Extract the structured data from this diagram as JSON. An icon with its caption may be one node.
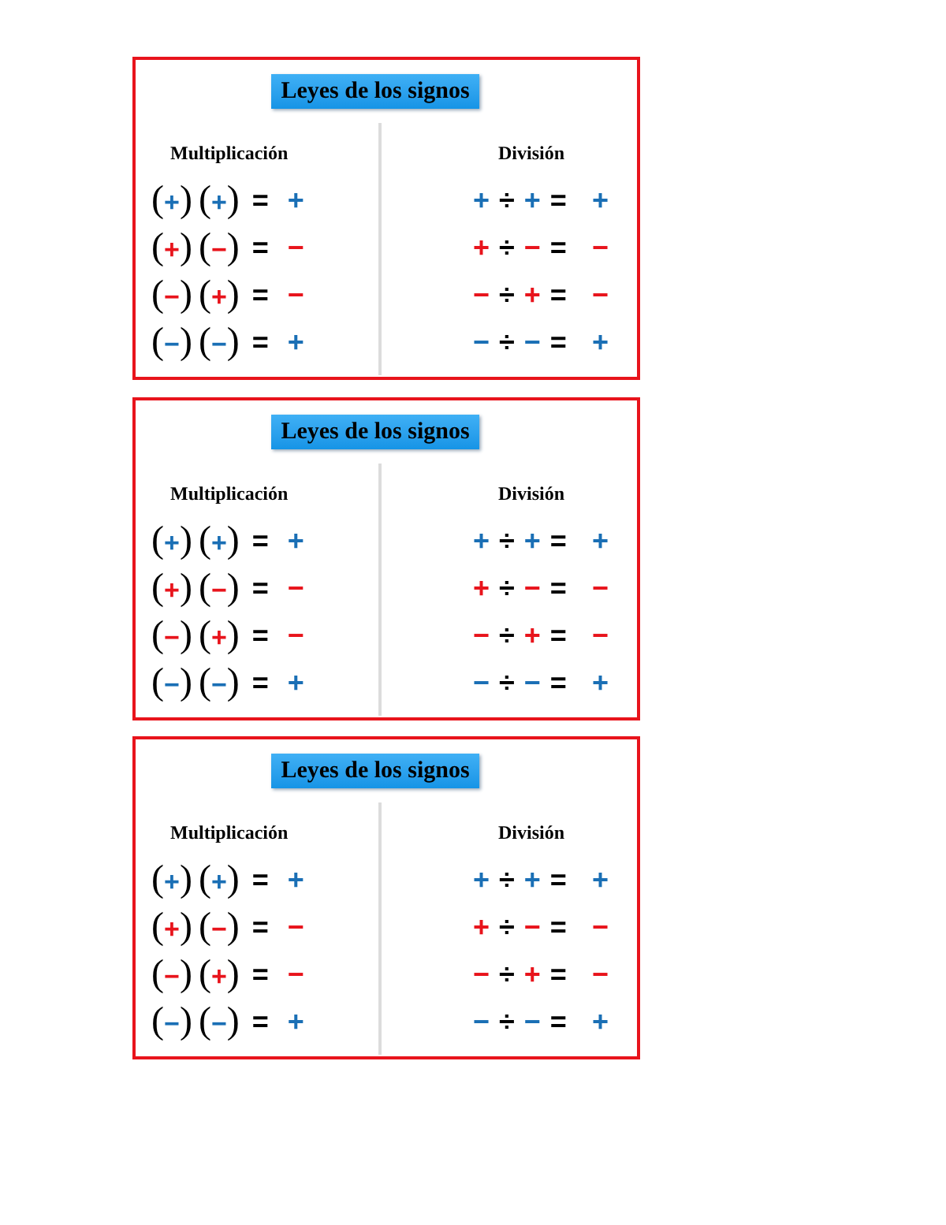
{
  "diagram": {
    "nodes": [
      {
        "text": [],
        "shape": "box"
      },
      {
        "text": [
          "Leyes de los signos"
        ],
        "in": 0
      },
      {
        "text": [],
        "shape": "box"
      },
      {
        "text": [
          "Leyes de los signos"
        ],
        "in": 2
      },
      {
        "text": [],
        "shape": "box"
      },
      {
        "text": [
          "Leyes de los signos"
        ],
        "in": 4
      }
    ],
    "labels": [
      "Multiplicación",
      "División",
      "(+) (+) = +",
      "+ ÷ + = +",
      "(+) (−) = −",
      "+ ÷ − = −",
      "(−) (+) = −",
      "− ÷ + = −",
      "(−) (−) = +",
      "− ÷ − = +",
      "Multiplicación",
      "División",
      "(+) (+) = +",
      "+ ÷ + = +",
      "(+) (−) = −",
      "+ ÷ − = −",
      "(−) (+) = −",
      "− ÷ + = −",
      "(−) (−) = +",
      "− ÷ − = +",
      "Multiplicación",
      "División",
      "(+) (+) = +",
      "+ ÷ + = +",
      "(+) (−) = −",
      "+ ÷ − = −",
      "(−) (+) = −",
      "− ÷ + = −",
      "(−) (−) = +",
      "− ÷ − = +"
    ]
  }
}
